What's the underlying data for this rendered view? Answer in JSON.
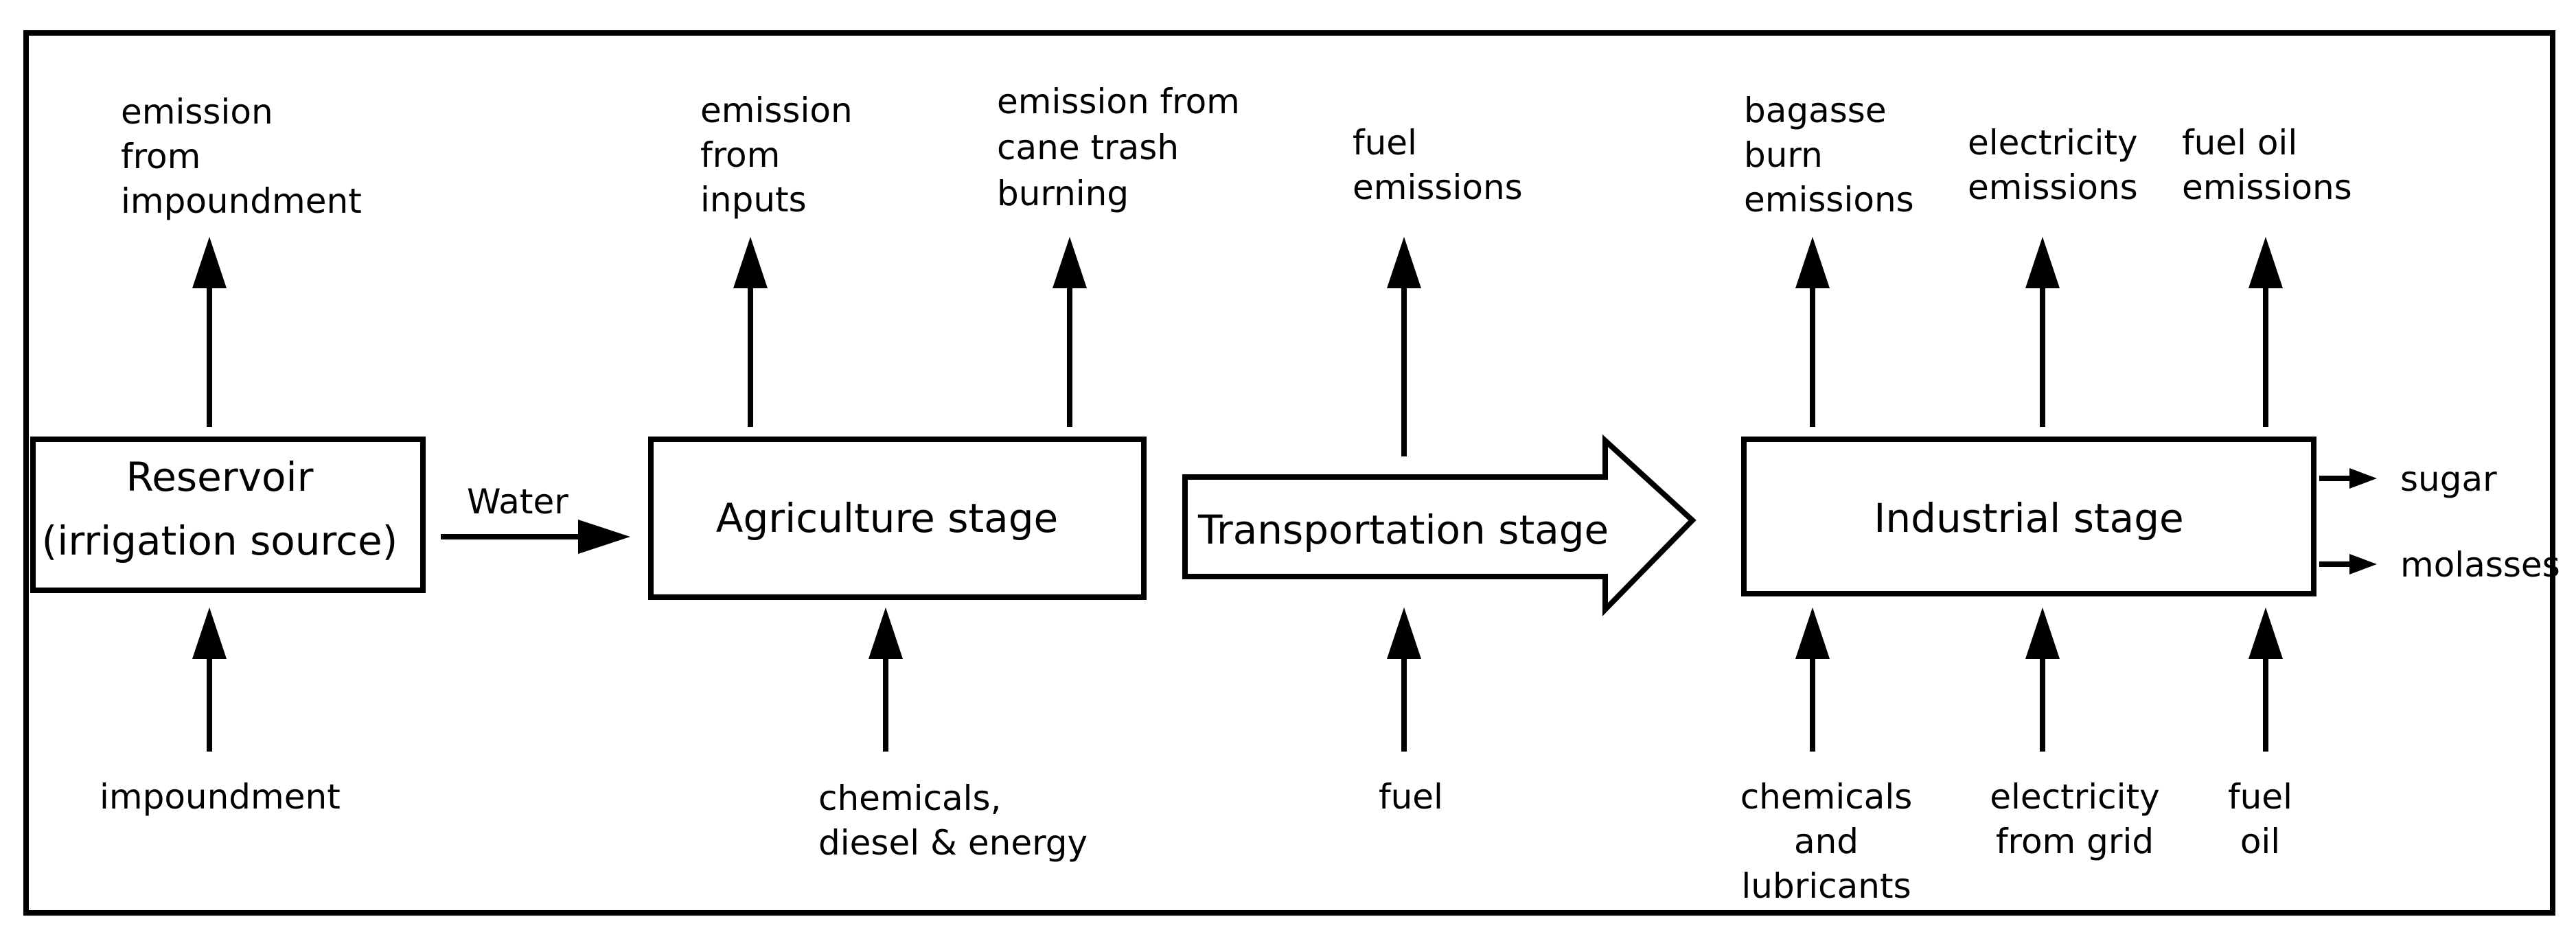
{
  "stages": {
    "reservoir": {
      "line1": "Reservoir",
      "line2": "(irrigation source)"
    },
    "agriculture": {
      "label": "Agriculture stage"
    },
    "transportation": {
      "label": "Transportation stage"
    },
    "industrial": {
      "label": "Industrial stage"
    }
  },
  "flows": {
    "water": "Water",
    "sugar": "sugar",
    "molasses": "molasses"
  },
  "emissions": {
    "impoundment": [
      "emission",
      "from",
      "impoundment"
    ],
    "inputs": [
      "emission",
      "from",
      "inputs"
    ],
    "cane_trash": [
      "emission from",
      "cane trash",
      "burning"
    ],
    "fuel": [
      "fuel",
      "emissions"
    ],
    "bagasse": [
      "bagasse",
      "burn",
      "emissions"
    ],
    "electricity": [
      "electricity",
      "emissions"
    ],
    "fuel_oil": [
      "fuel oil",
      "emissions"
    ]
  },
  "inputs": {
    "impoundment": [
      "impoundment"
    ],
    "chemicals_diesel": [
      "chemicals,",
      "diesel & energy"
    ],
    "fuel": [
      "fuel"
    ],
    "chemicals_lubricants": [
      "chemicals",
      "and",
      "lubricants"
    ],
    "electricity_grid": [
      "electricity",
      "from grid"
    ],
    "fuel_oil": [
      "fuel",
      "oil"
    ]
  }
}
